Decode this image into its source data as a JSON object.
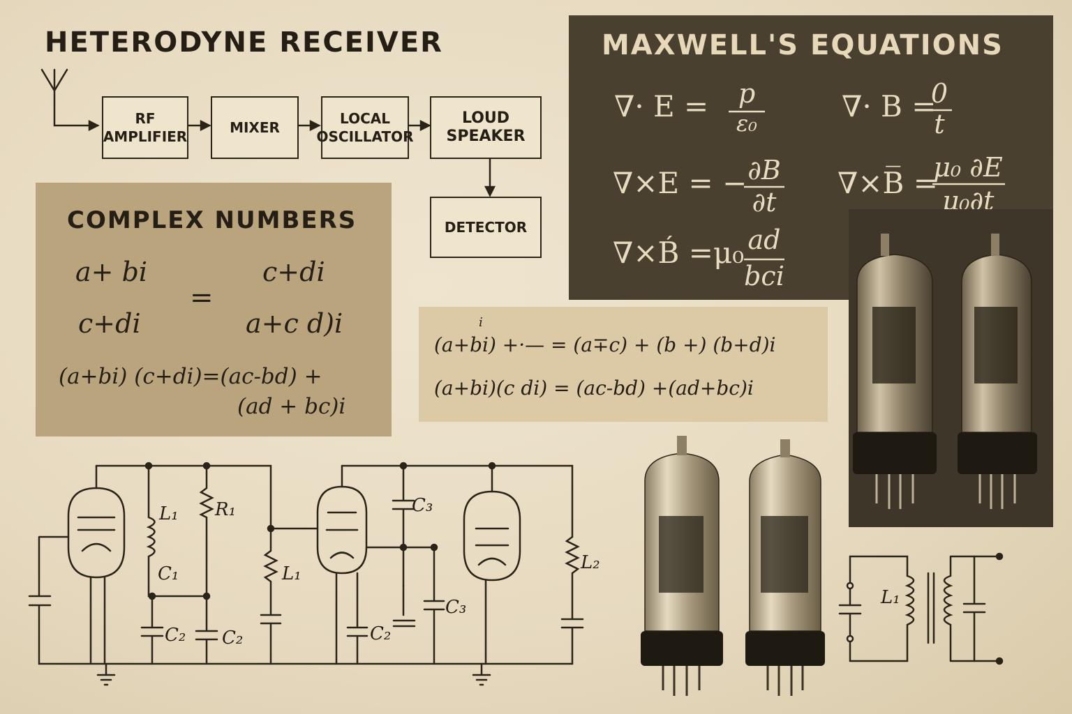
{
  "heterodyne": {
    "title": "HETERODYNE RECEIVER",
    "blocks": {
      "rf_amplifier": "RF\nAMPLIFIER",
      "mixer": "MIXER",
      "local_oscillator": "LOCAL\nOSCILLATOR",
      "loud_speaker": "LOUD\nSPEAKER",
      "detector": "DETECTOR"
    }
  },
  "complex_numbers": {
    "title": "COMPLEX NUMBERS",
    "lines": {
      "l1_left": "a+ bi",
      "l1_right": "c+di",
      "equals": "=",
      "l2_left": "c+di",
      "l2_right": "a+c d)i",
      "l3": "(a+bi) (c+di)=(ac-bd) +",
      "l4": "(ad + bc)i"
    }
  },
  "identities": {
    "line1": "(a+bi) +·— = (a∓c) + (b +) (b+d)i",
    "line1_small": "i",
    "line2": "(a+bi)(c di) = (ac-bd) +(ad+bc)i"
  },
  "maxwell": {
    "title": "MAXWELL'S EQUATIONS",
    "eq1_lhs": "∇· E =",
    "eq1_num": "p",
    "eq1_den": "ε₀",
    "eq2_lhs": "∇· B =",
    "eq2_num": "0",
    "eq2_den": "t",
    "eq3_lhs": "∇×E = −",
    "eq3_num": "∂B",
    "eq3_den": "∂t",
    "eq4_lhs": "∇×B̅ =",
    "eq4_num": "μ₀ ∂E",
    "eq4_den": "μ₀∂t",
    "eq5_lhs": "∇×B́ =μ₀",
    "eq5_num": "ad",
    "eq5_den": "bci"
  },
  "circuit_labels": {
    "l1_a": "L₁",
    "r1": "R₁",
    "c1": "C₁",
    "c2_a": "C₂",
    "c2_b": "C₂",
    "l1_b": "L₁",
    "c3_a": "C₃",
    "c3_b": "C₃",
    "c2_c": "C₂",
    "l2": "L₂",
    "l1_c": "L₁"
  },
  "colors": {
    "ink": "#2a2418",
    "paper": "#e8dcc4",
    "complex_panel": "#b9a47e",
    "maxwell_panel": "#4a4030",
    "maxwell_ink": "#e8dcc0"
  }
}
